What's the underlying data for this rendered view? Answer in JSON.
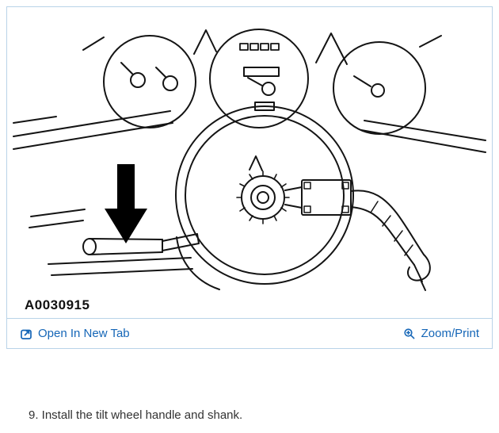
{
  "panel": {
    "figure_label": "A0030915",
    "footer": {
      "open_link": "Open In New Tab",
      "zoom_link": "Zoom/Print"
    },
    "icons": {
      "open": "open-in-new-tab-icon",
      "zoom": "zoom-print-icon"
    }
  },
  "diagram": {
    "description": "Line drawing of instrument cluster and steering column clockspring with arrow pointing to tilt wheel handle"
  },
  "step": {
    "text": "9. Install the tilt wheel handle and shank."
  },
  "colors": {
    "link_blue": "#1566b7",
    "border_blue": "#b9d3e8",
    "drawing_black": "#141414"
  }
}
